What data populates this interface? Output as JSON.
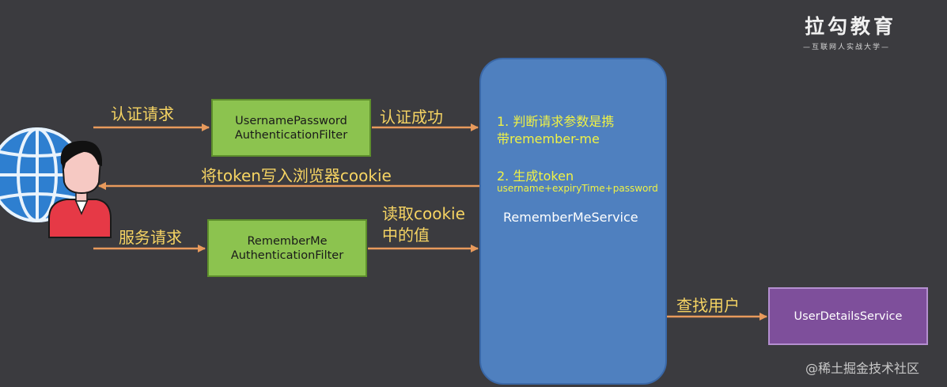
{
  "logo": {
    "title": "拉勾教育",
    "subtitle": "—互联网人实战大学—"
  },
  "watermark": "@稀土掘金技术社区",
  "boxes": {
    "username_filter": [
      "UsernamePassword",
      "AuthenticationFilter"
    ],
    "rememberme_filter": [
      "RememberMe",
      "AuthenticationFilter"
    ],
    "user_details": "UserDetailsService"
  },
  "arrows": {
    "auth_request": "认证请求",
    "auth_success": "认证成功",
    "write_cookie": "将token写入浏览器cookie",
    "service_request": "服务请求",
    "read_cookie": [
      "读取cookie",
      "中的值"
    ],
    "find_user": "查找用户"
  },
  "service": {
    "step1": [
      "1. 判断请求参数是携",
      "带remember-me"
    ],
    "step2": "2.  生成token",
    "step2_detail": "username+expiryTime+password",
    "name": "RememberMeService"
  },
  "colors": {
    "background": "#3b3b3f",
    "arrow": "#e89a5c",
    "label": "#f6d463",
    "filter_box": "#8cc34f",
    "service": "#4f80bf",
    "user_details": "#7e4f9b",
    "service_text": "#f0f245"
  },
  "icons": {
    "user": "user-with-globe-icon"
  }
}
